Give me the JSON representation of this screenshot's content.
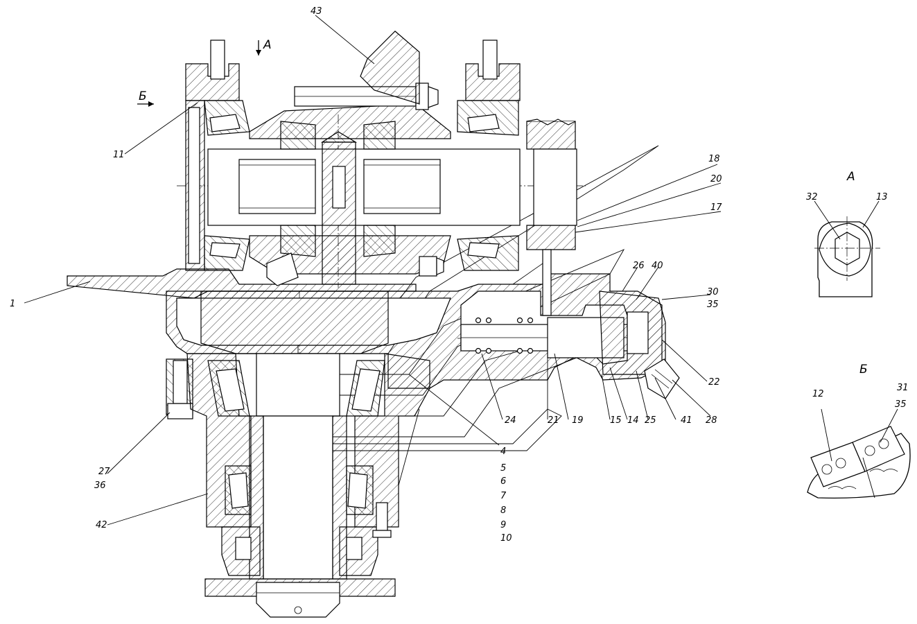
{
  "labels": {
    "p1": "1",
    "p4": "4",
    "p5": "5",
    "p6": "6",
    "p7": "7",
    "p8": "8",
    "p9": "9",
    "p10": "10",
    "p11": "11",
    "p12": "12",
    "p13": "13",
    "p14": "14",
    "p15": "15",
    "p17": "17",
    "p18": "18",
    "p19": "19",
    "p20": "20",
    "p21": "21",
    "p22": "22",
    "p24": "24",
    "p25": "25",
    "p26": "26",
    "p27": "27",
    "p28": "28",
    "p30": "30",
    "p31": "31",
    "p32": "32",
    "p35a": "35",
    "p35b": "35",
    "p36": "36",
    "p40": "40",
    "p41": "41",
    "p42": "42",
    "p43": "43"
  },
  "views": {
    "a_arrow": "А",
    "b_arrow": "Б",
    "a_title": "А",
    "b_title": "Б"
  }
}
